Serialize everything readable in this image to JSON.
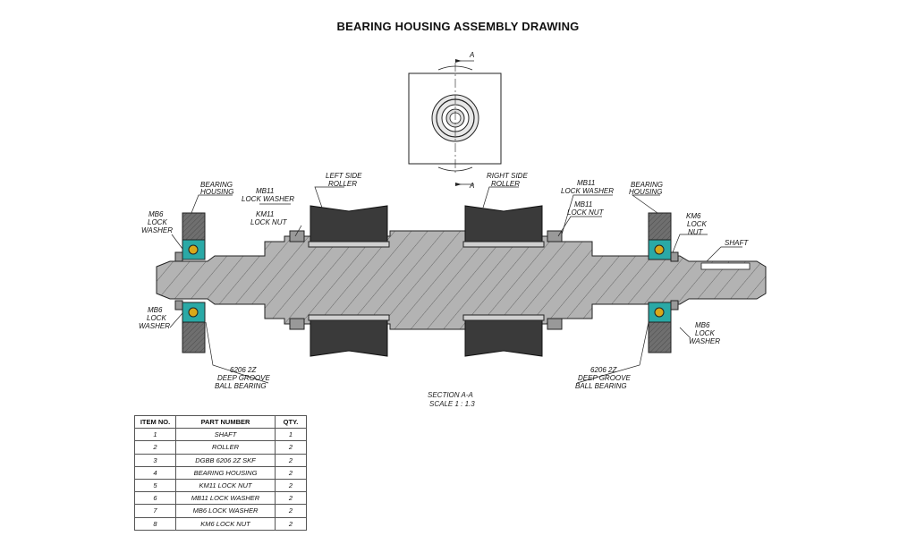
{
  "title": "BEARING HOUSING ASSEMBLY DRAWING",
  "section_view": {
    "line1": "SECTION A-A",
    "line2": "SCALE 1 : 1.3"
  },
  "cut_marker": "A",
  "labels": {
    "bearing_housing": [
      "BEARING",
      "HOUSING"
    ],
    "mb6_lock_washer": [
      "MB6",
      "LOCK",
      "WASHER"
    ],
    "mb11_lock_washer": [
      "MB11",
      "LOCK WASHER"
    ],
    "km11_lock_nut": [
      "KM11",
      "LOCK NUT"
    ],
    "left_side_roller": [
      "LEFT SIDE",
      "ROLLER"
    ],
    "right_side_roller": [
      "RIGHT SIDE",
      "ROLLER"
    ],
    "km6_lock_nut": [
      "KM6",
      "LOCK",
      "NUT"
    ],
    "shaft": "SHAFT",
    "ball_bearing": [
      "6206 2Z",
      "DEEP GROOVE",
      "BALL BEARING"
    ]
  },
  "bom": {
    "headers": [
      "ITEM NO.",
      "PART NUMBER",
      "QTY."
    ],
    "rows": [
      [
        "1",
        "SHAFT",
        "1"
      ],
      [
        "2",
        "ROLLER",
        "2"
      ],
      [
        "3",
        "DGBB 6206 2Z SKF",
        "2"
      ],
      [
        "4",
        "BEARING HOUSING",
        "2"
      ],
      [
        "5",
        "KM11 LOCK NUT",
        "2"
      ],
      [
        "6",
        "MB11 LOCK WASHER",
        "2"
      ],
      [
        "7",
        "MB6 LOCK WASHER",
        "2"
      ],
      [
        "8",
        "KM6 LOCK NUT",
        "2"
      ]
    ]
  },
  "colors": {
    "shaft": "#b3b3b3",
    "roller": "#3a3a3a",
    "bearing": "#2aa9a6",
    "housing": "#7a7a7a"
  }
}
